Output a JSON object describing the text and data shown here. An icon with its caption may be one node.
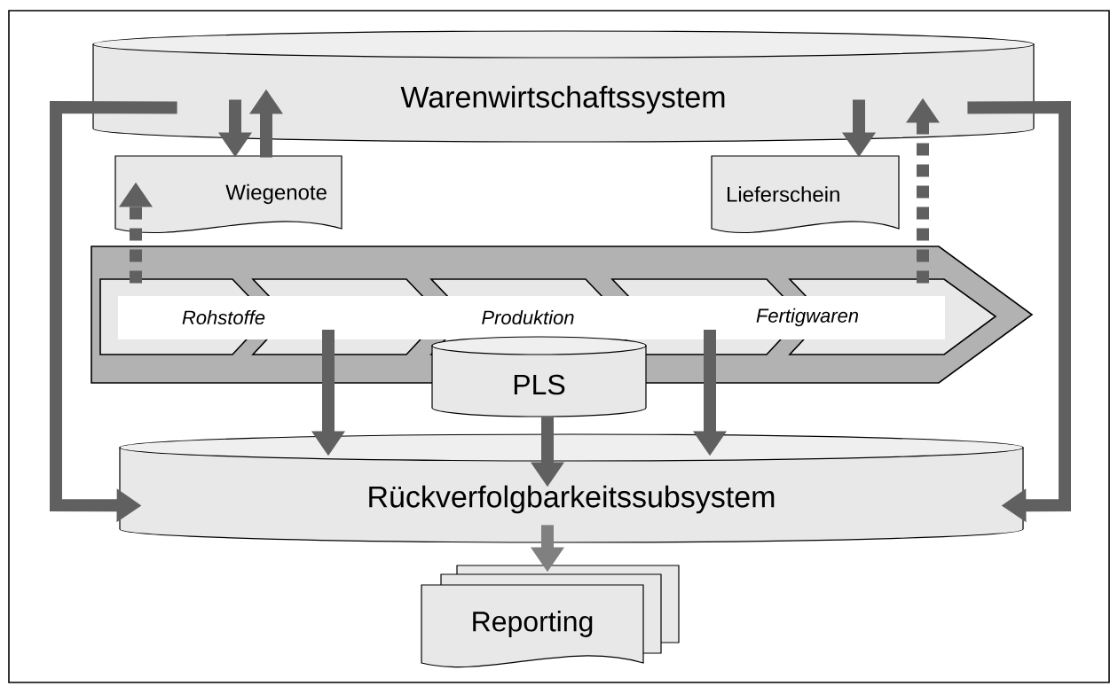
{
  "diagram": {
    "nodes": [
      {
        "text": [
          "Warenwirtschaftssystem"
        ]
      },
      {
        "text": [
          "Wiegenote"
        ]
      },
      {
        "text": [
          "Lieferschein"
        ]
      },
      {
        "text": [
          "Rohstoffe",
          "Produktion",
          "Fertigwaren"
        ]
      },
      {
        "text": [
          "PLS"
        ]
      },
      {
        "text": [
          "Rückverfolgbarkeitssubsystem"
        ]
      },
      {
        "text": [
          "Reporting"
        ]
      }
    ],
    "edges": [
      {
        "from": 0,
        "to": 1,
        "arrow": "to"
      },
      {
        "from": 1,
        "to": 0,
        "arrow": "to"
      },
      {
        "from": 3,
        "to": 1,
        "arrow": "to",
        "style": "dashed"
      },
      {
        "from": 0,
        "to": 2,
        "arrow": "to"
      },
      {
        "from": 3,
        "to": 0,
        "arrow": "to",
        "style": "dashed"
      },
      {
        "from": 0,
        "to": 5,
        "arrow": "to"
      },
      {
        "from": 0,
        "to": 5,
        "arrow": "to"
      },
      {
        "from": 3,
        "to": 5,
        "arrow": "to"
      },
      {
        "from": 3,
        "to": 5,
        "arrow": "to"
      },
      {
        "from": 4,
        "to": 5,
        "arrow": "to"
      },
      {
        "from": 5,
        "to": 6,
        "arrow": "to",
        "color": "#808080"
      }
    ]
  }
}
